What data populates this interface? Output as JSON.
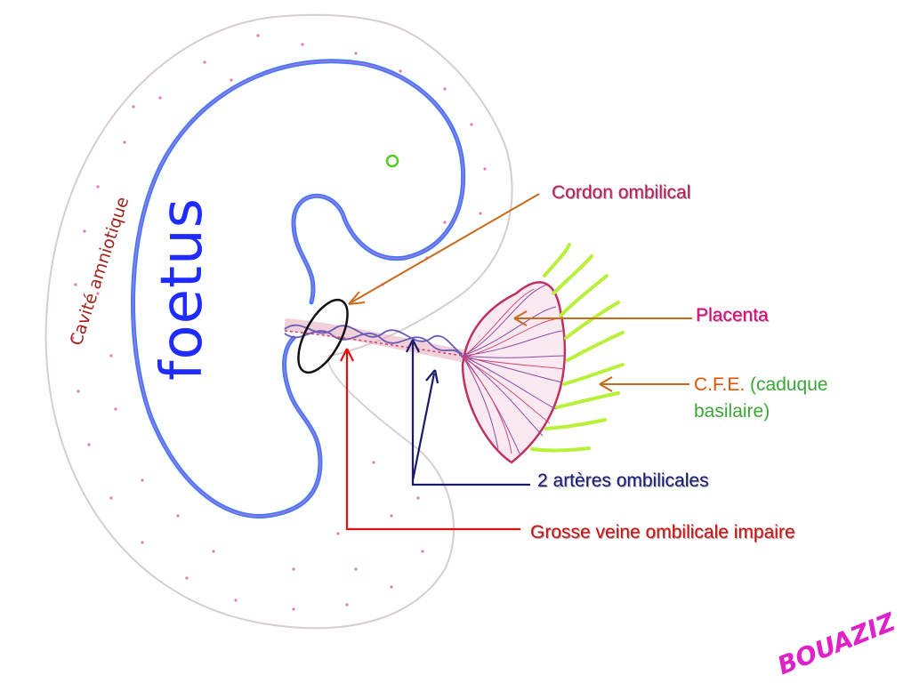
{
  "labels": {
    "cordon": "Cordon ombilical",
    "placenta": "Placenta",
    "cfe_abbr": "C.F.E.",
    "cfe_desc_open": " (caduque",
    "cfe_desc_close": "basilaire)",
    "arteres": "2 artères ombilicales",
    "veine": "Grosse veine ombilicale impaire",
    "foetus": "foetus",
    "cavite": "Cavité amniotique",
    "author": "BOUAZIZ"
  },
  "colors": {
    "cordon_label": "#c2185b",
    "placenta_label": "#e0007f",
    "cfe_abbr": "#e65100",
    "cfe_desc": "#3aa635",
    "arteres_label": "#1a1a7a",
    "veine_label": "#d01010",
    "foetus_label": "#1f2cff",
    "cavite_label": "#a3221c",
    "author_label": "#e020c8",
    "pointer_orange": "#c86a1c",
    "artery_arrow": "#1a1a6a",
    "vein_arrow": "#e01010",
    "fetus_outline": "#3a7bff",
    "amnion_outline": "#d7c2c2",
    "decidua_green": "#b8f03a",
    "placenta_villi": "#c03060"
  }
}
